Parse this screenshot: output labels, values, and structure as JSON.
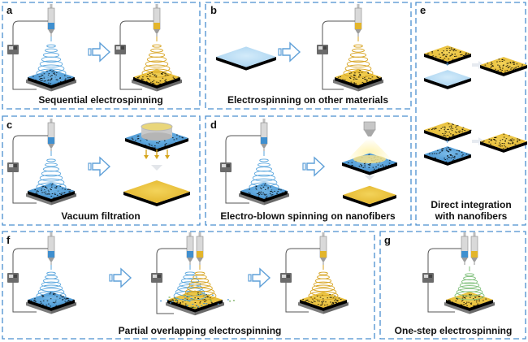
{
  "colors": {
    "border": "#4a8fcf",
    "blue_mat": "#3f8fcf",
    "light_blue_mat": "#a9d3f0",
    "gold_mat": "#e3b52b",
    "fiber_blue": "#5aa6de",
    "fiber_gold": "#d7a320",
    "fiber_green": "#7fbf7a",
    "base_gray": "#9a9a9a",
    "power_gray": "#6b6b6b"
  },
  "panels": [
    {
      "id": "a",
      "label": "a",
      "caption": [
        "Sequential electrospinning"
      ]
    },
    {
      "id": "b",
      "label": "b",
      "caption": [
        "Electrospinning on other materials"
      ]
    },
    {
      "id": "c",
      "label": "c",
      "caption": [
        "Vacuum filtration"
      ]
    },
    {
      "id": "d",
      "label": "d",
      "caption": [
        "Electro-blown spinning on nanofibers"
      ]
    },
    {
      "id": "e",
      "label": "e",
      "caption": [
        "Direct integration",
        "with nanofibers"
      ]
    },
    {
      "id": "f",
      "label": "f",
      "caption": [
        "Partial overlapping electrospinning"
      ]
    },
    {
      "id": "g",
      "label": "g",
      "caption": [
        "One-step electrospinning"
      ]
    }
  ]
}
